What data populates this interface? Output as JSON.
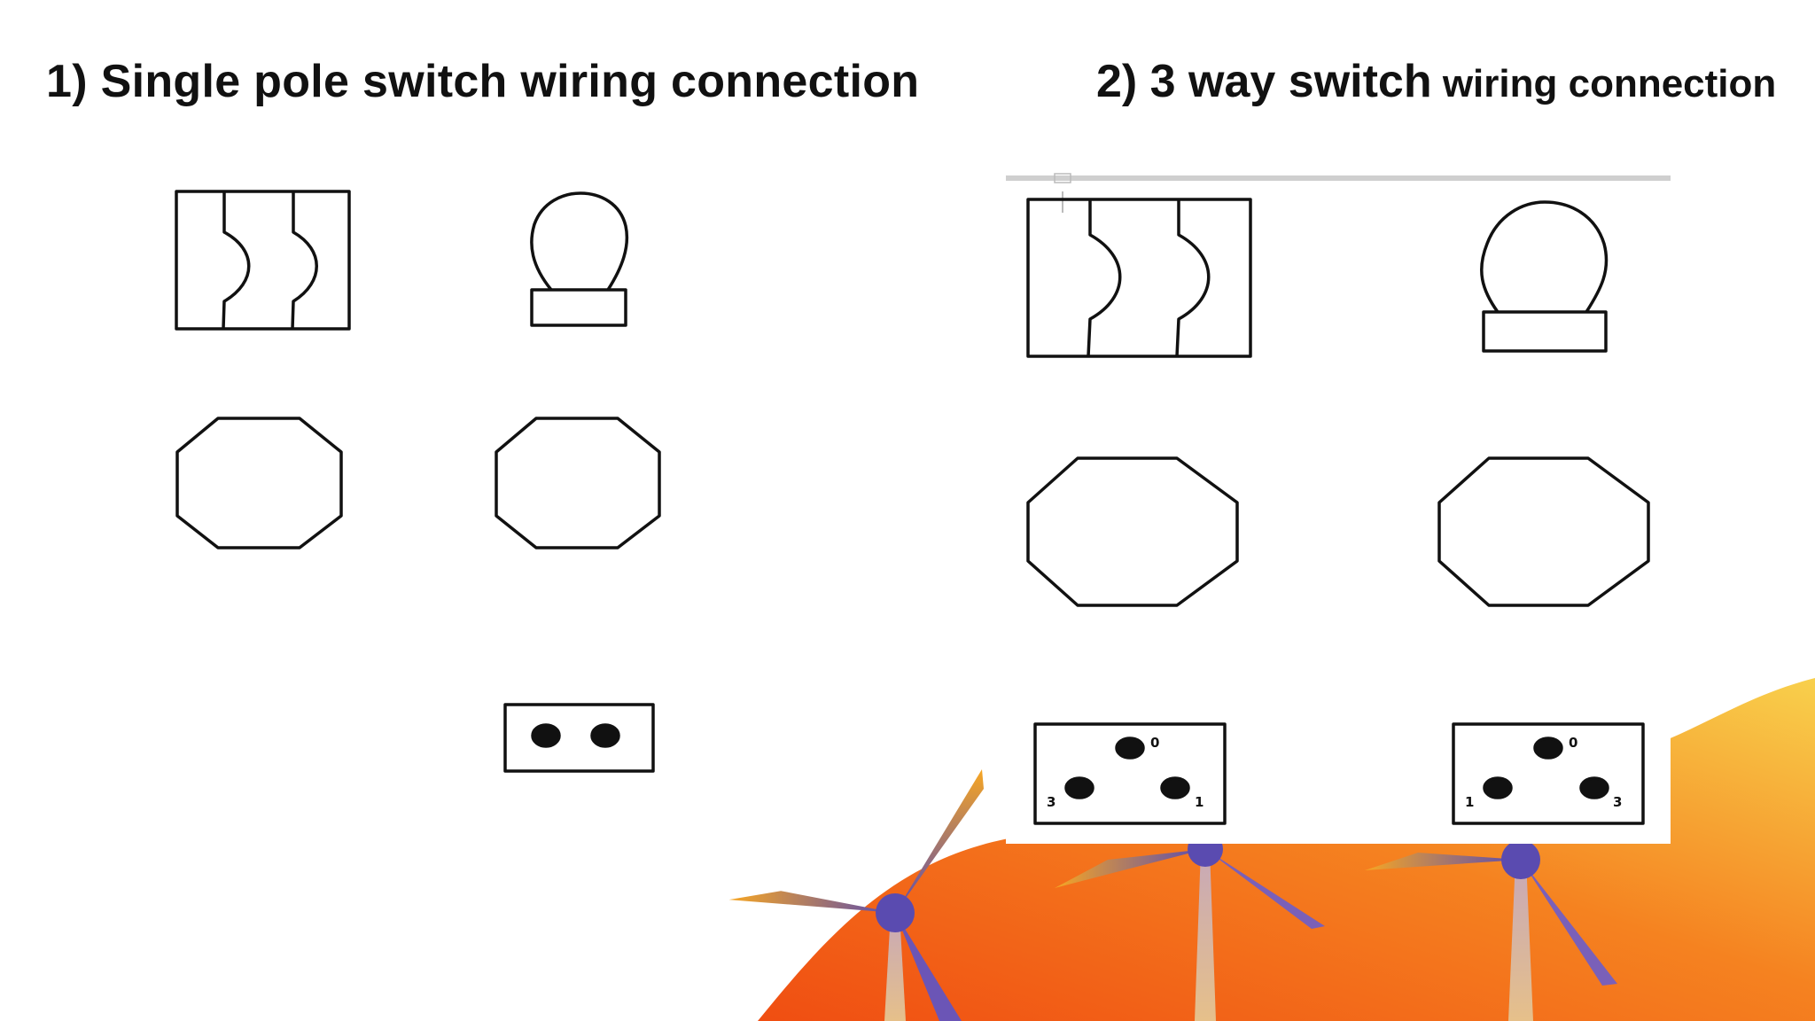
{
  "title_1": "1)  Single pole switch wiring connection",
  "title_2_main": "2) 3 way switch",
  "title_2_rest": " wiring connection",
  "socket_right_1": {
    "top": "0",
    "left": "3",
    "right": "1"
  },
  "socket_right_2": {
    "top": "0",
    "left": "1",
    "right": "3"
  },
  "colors": {
    "ink": "#111111",
    "wave_orange": "#f26f1a",
    "wave_yellow": "#f7c548",
    "turbine_purple": "#5a4bb0",
    "blade_orange": "#f4a12a"
  }
}
